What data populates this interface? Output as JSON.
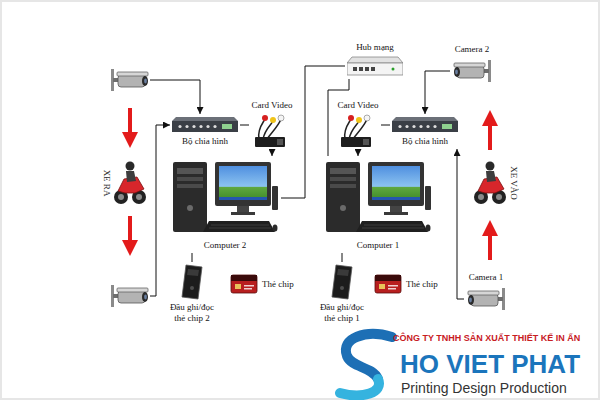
{
  "diagram": {
    "nodes": [
      {
        "text": [
          "Hub mạng"
        ]
      },
      {
        "text": [
          "Camera 2"
        ]
      },
      {
        "text": [
          "Card Video"
        ]
      },
      {
        "text": [
          "Bộ chia hình"
        ]
      },
      {
        "text": [
          "Card Video"
        ]
      },
      {
        "text": [
          "Bộ chia hình"
        ]
      },
      {
        "text": [
          "Computer 2"
        ]
      },
      {
        "text": [
          "Computer 1"
        ]
      },
      {
        "text": [
          "Thẻ chip"
        ]
      },
      {
        "text": [
          "Thẻ chip"
        ]
      },
      {
        "text": [
          "Đầu ghi/đọc thẻ chip 2"
        ]
      },
      {
        "text": [
          "Đầu ghi/đọc thẻ chip 1"
        ]
      },
      {
        "text": [
          "Camera 1"
        ]
      }
    ],
    "edges": [
      {
        "from": 1,
        "to": 5,
        "arrow": "to"
      },
      {
        "from": 12,
        "to": 5,
        "arrow": "to"
      },
      {
        "from": 3,
        "to": 2,
        "arrow": "none"
      },
      {
        "from": 2,
        "to": 6,
        "arrow": "to"
      },
      {
        "from": 5,
        "to": 4,
        "arrow": "none"
      },
      {
        "from": 4,
        "to": 7,
        "arrow": "to"
      },
      {
        "from": 0,
        "to": 6,
        "arrow": "none"
      },
      {
        "from": 0,
        "to": 7,
        "arrow": "none"
      },
      {
        "from": 10,
        "to": 6,
        "arrow": "none"
      },
      {
        "from": 11,
        "to": 7,
        "arrow": "none"
      }
    ],
    "labels": [
      "XE RA",
      "XE VÀO",
      "CÔNG TY TNHH SẢN XUẤT THIẾT KẾ IN ẤN",
      "HO VIET PHAT",
      "Printing Design Production"
    ]
  }
}
